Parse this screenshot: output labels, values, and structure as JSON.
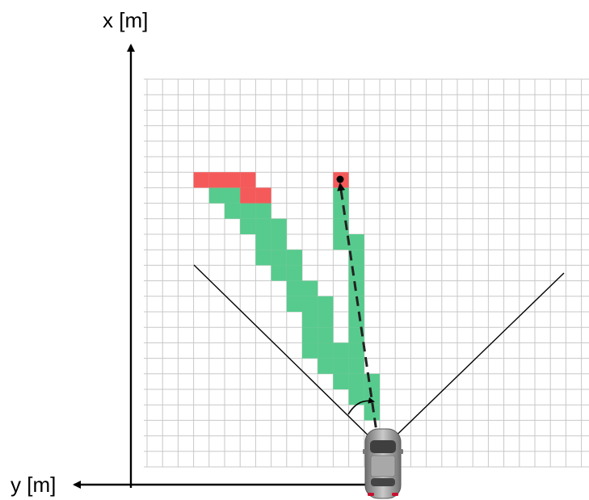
{
  "axes": {
    "x_label": "x [m]",
    "y_label": "y [m]"
  },
  "grid": {
    "columns": 29,
    "rows": 24
  },
  "colors": {
    "grid_line": "#c8c8c8",
    "free_cell": "#57cb8d",
    "occupied_cell": "#f55a5a",
    "axis": "#000000",
    "fov_line": "#000000",
    "ray": "#222222",
    "vehicle": "#8e8e8e"
  },
  "cells": {
    "occupied": [
      [
        3,
        6
      ],
      [
        4,
        6
      ],
      [
        5,
        6
      ],
      [
        6,
        6
      ],
      [
        6,
        7
      ],
      [
        7,
        7
      ],
      [
        12,
        6
      ]
    ],
    "free": [
      [
        4,
        7
      ],
      [
        5,
        7
      ],
      [
        5,
        8
      ],
      [
        6,
        8
      ],
      [
        7,
        8
      ],
      [
        6,
        9
      ],
      [
        7,
        9
      ],
      [
        8,
        9
      ],
      [
        7,
        10
      ],
      [
        8,
        10
      ],
      [
        7,
        11
      ],
      [
        8,
        11
      ],
      [
        9,
        11
      ],
      [
        8,
        12
      ],
      [
        9,
        12
      ],
      [
        9,
        13
      ],
      [
        10,
        13
      ],
      [
        9,
        14
      ],
      [
        10,
        14
      ],
      [
        11,
        14
      ],
      [
        10,
        15
      ],
      [
        11,
        15
      ],
      [
        10,
        16
      ],
      [
        11,
        16
      ],
      [
        10,
        17
      ],
      [
        11,
        17
      ],
      [
        12,
        17
      ],
      [
        11,
        18
      ],
      [
        12,
        18
      ],
      [
        13,
        18
      ],
      [
        12,
        19
      ],
      [
        13,
        19
      ],
      [
        14,
        19
      ],
      [
        13,
        20
      ],
      [
        14,
        20
      ],
      [
        14,
        21
      ],
      [
        12,
        7
      ],
      [
        12,
        8
      ],
      [
        12,
        9
      ],
      [
        12,
        10
      ],
      [
        13,
        10
      ],
      [
        13,
        11
      ],
      [
        13,
        12
      ],
      [
        13,
        13
      ],
      [
        13,
        14
      ],
      [
        13,
        15
      ],
      [
        13,
        16
      ],
      [
        13,
        17
      ]
    ]
  },
  "target_cell": [
    12,
    6
  ]
}
